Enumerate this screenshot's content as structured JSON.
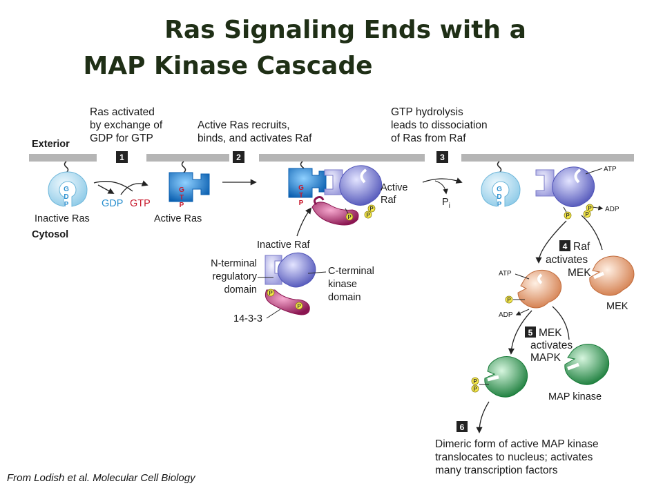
{
  "title": {
    "line1": "Ras Signaling Ends with a",
    "line2": "MAP Kinase Cascade"
  },
  "regions": {
    "exterior": "Exterior",
    "cytosol": "Cytosol"
  },
  "steps": [
    {
      "number": "1",
      "caption": [
        "Ras activated",
        "by exchange of",
        "GDP for GTP"
      ]
    },
    {
      "number": "2",
      "caption": [
        "Active Ras recruits,",
        "binds, and activates Raf"
      ]
    },
    {
      "number": "3",
      "caption": [
        "GTP hydrolysis",
        "leads to dissociation",
        "of Ras from Raf"
      ]
    },
    {
      "number": "4",
      "caption": [
        "Raf",
        "activates",
        "MEK"
      ]
    },
    {
      "number": "5",
      "caption": [
        "MEK",
        "activates",
        "MAPK"
      ]
    },
    {
      "number": "6",
      "caption": [
        "Dimeric form of active MAP kinase",
        "translocates to nucleus; activates",
        "many transcription factors"
      ]
    }
  ],
  "labels": {
    "inactive_ras": "Inactive Ras",
    "active_ras": "Active Ras",
    "gdp": "GDP",
    "gtp": "GTP",
    "active_raf": [
      "Active",
      "Raf"
    ],
    "pi": "P",
    "pi_sub": "i",
    "inactive_raf": "Inactive Raf",
    "n_terminal": [
      "N-terminal",
      "regulatory",
      "domain"
    ],
    "c_terminal": [
      "C-terminal",
      "kinase",
      "domain"
    ],
    "protein_1433": "14-3-3",
    "atp": "ATP",
    "adp": "ADP",
    "mek": "MEK",
    "map_kinase": "MAP kinase",
    "nucleotide_gdp": [
      "G",
      "D",
      "P"
    ],
    "nucleotide_gtp": [
      "G",
      "T",
      "P"
    ],
    "phosphate": "P"
  },
  "colors": {
    "ras_inactive": "#bfe3f4",
    "ras_active": "#1f86d6",
    "raf": "#8b8fde",
    "raf_regulatory": "#c9c8f0",
    "protein_1433": "#b0306f",
    "mek": "#e0956a",
    "mapk": "#2a9b4d",
    "membrane": "#b5b5b5",
    "step_box": "#222222",
    "gdp_text": "#2a8fcf",
    "gtp_text": "#c8192c",
    "phosphate": "#f5e84a"
  },
  "credit": "From Lodish et al. Molecular Cell Biology"
}
